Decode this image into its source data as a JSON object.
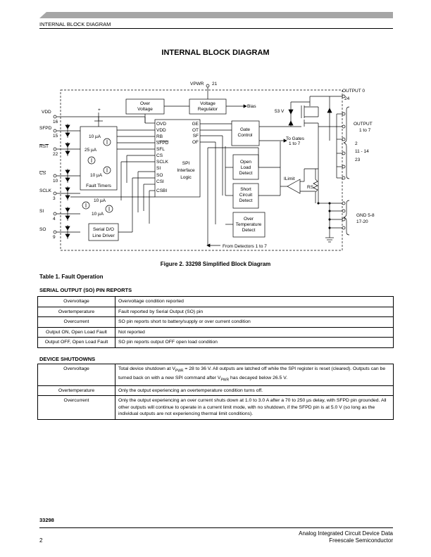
{
  "header": {
    "section": "INTERNAL BLOCK DIAGRAM"
  },
  "title": "INTERNAL BLOCK DIAGRAM",
  "diagram": {
    "vpwr": "VPWR",
    "vpwr_pin": "21",
    "over_voltage": [
      "Over",
      "Voltage"
    ],
    "voltage_regulator": [
      "Voltage",
      "Regulator"
    ],
    "bias": "Bias",
    "output0": "OUTPUT 0",
    "output0_pin": "24",
    "v53": "53 V",
    "output1to7": [
      "OUTPUT",
      "1 to 7"
    ],
    "output_pins": [
      "2",
      "11 - 14",
      "23"
    ],
    "gnd": "GND 5-8",
    "gnd_pins": "17-20",
    "vdd": "VDD",
    "vdd_pin": "16",
    "sfpd": "SFPD",
    "sfpd_pin": "15",
    "rst": "RST",
    "rst_pin": "22",
    "cs": "CS",
    "cs_pin": "10",
    "sclk": "SCLK",
    "sclk_pin": "3",
    "si": "SI",
    "si_pin": "4",
    "so": "SO",
    "so_pin": "9",
    "i10a": "10 µA",
    "i25a": "25 µA",
    "i10b": "10 µA",
    "fault_timers": "Fault Timers",
    "i10c": "10 µA",
    "i10d": "10 µA",
    "serial_line": [
      "Serial D/O",
      "Line Driver"
    ],
    "spi_pins_left": [
      "OVD",
      "VDD",
      "RB",
      "SFPD",
      "SFL",
      "CS",
      "SCLK",
      "SI",
      "SO",
      "CSI",
      "CSBI"
    ],
    "spi_pins_right": [
      "GE",
      "OT",
      "SF",
      "OF"
    ],
    "spi_logic": [
      "SPI",
      "Interface",
      "Logic"
    ],
    "gate_control": [
      "Gate",
      "Control"
    ],
    "to_gates": [
      "To Gates",
      "1 to 7"
    ],
    "open_load": [
      "Open",
      "Load",
      "Detect"
    ],
    "short_circuit": [
      "Short",
      "Circuit",
      "Detect"
    ],
    "over_temp": [
      "Over",
      "Temperature",
      "Detect"
    ],
    "ilimit": "ILimit",
    "rs": "RS",
    "from_detectors": "From Detectors 1 to 7"
  },
  "figure_caption": "Figure 2. 33298 Simplified Block Diagram",
  "table_title": "Table 1.  Fault Operation",
  "serial_output": {
    "heading": "SERIAL OUTPUT (SO) PIN REPORTS",
    "rows": [
      {
        "cond": "Overvoltage",
        "desc": "Overvoltage condition reported"
      },
      {
        "cond": "Overtemperature",
        "desc": "Fault reported by Serial Output (SO) pin"
      },
      {
        "cond": "Overcurrent",
        "desc": "SO pin reports short to battery/supply or over current condition"
      },
      {
        "cond": "Output ON, Open Load Fault",
        "desc": "Not reported"
      },
      {
        "cond": "Output OFF, Open Load Fault",
        "desc": "SO pin reports output OFF open load condition"
      }
    ]
  },
  "device_shutdowns": {
    "heading": "DEVICE SHUTDOWNS",
    "ov_cond": "Overvoltage",
    "ov_1": "Total device shutdown at V",
    "ov_sub1": "PWR",
    "ov_2": " = 28 to 36 V. All outputs are latched off while the SPI register is reset (cleared). Outputs can be turned back on with a new SPI command after V",
    "ov_sub2": "PWR",
    "ov_3": " has decayed below 26.5 V.",
    "ot_cond": "Overtemperature",
    "ot_desc": "Only the output experiencing an overtemperature condition turns off.",
    "oc_cond": "Overcurrent",
    "oc_desc": "Only the output experiencing an over current shuts down at 1.0 to 3.0 A after a 70 to 250 µs delay, with SFPD pin grounded. All other outputs will continue to operate in a current limit mode, with no shutdown, if the SFPD pin is at 5.0 V (so long as the individual outputs are not experiencing thermal limit conditions)."
  },
  "footer": {
    "part": "33298",
    "page": "2",
    "line1": "Analog Integrated Circuit Device Data",
    "line2": "Freescale Semiconductor"
  }
}
